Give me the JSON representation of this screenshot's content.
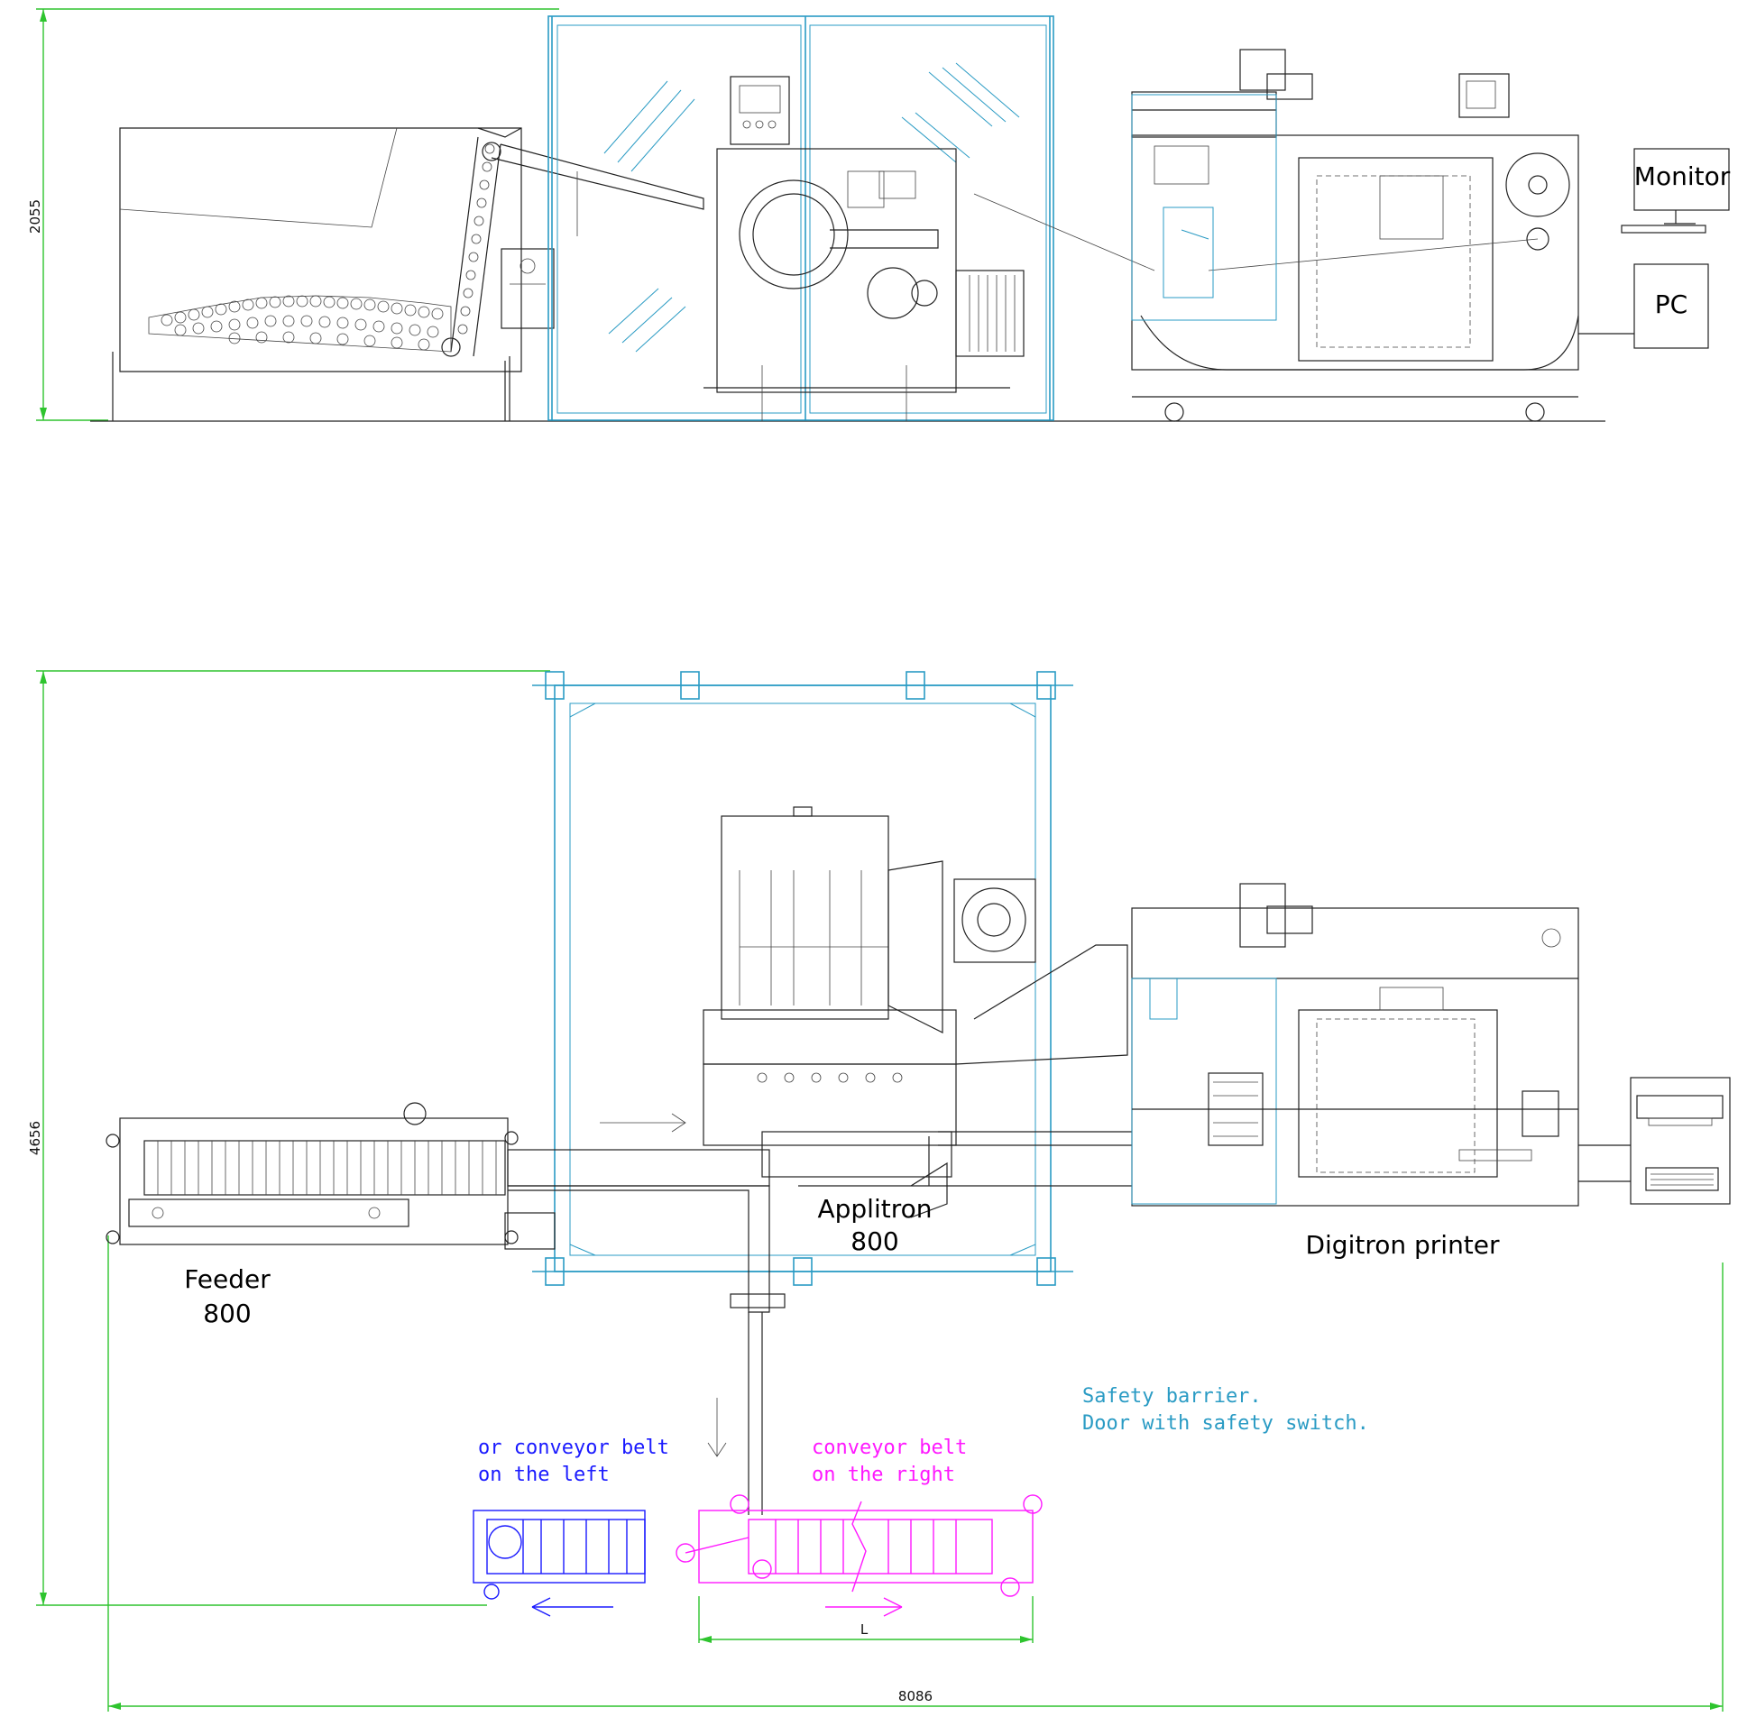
{
  "labels": {
    "monitor": "Monitor",
    "pc": "PC",
    "applitron_line1": "Applitron",
    "applitron_line2": "800",
    "feeder_line1": "Feeder",
    "feeder_line2": "800",
    "digitron": "Digitron printer",
    "safety_line1": "Safety barrier.",
    "safety_line2": "Door with safety switch.",
    "left_belt_line1": "or conveyor belt",
    "left_belt_line2": "on the left",
    "right_belt_line1": "conveyor belt",
    "right_belt_line2": "on the right"
  },
  "dimensions": {
    "height_side": "2055",
    "height_top": "4656",
    "total_length": "8086",
    "belt_length": "L"
  },
  "colors": {
    "dimension_lines": "#2ec42e",
    "safety_barrier": "#2a9bc4",
    "conveyor_left": "#1a1aff",
    "conveyor_right": "#ff18ff",
    "drawing_lines": "#222222"
  }
}
